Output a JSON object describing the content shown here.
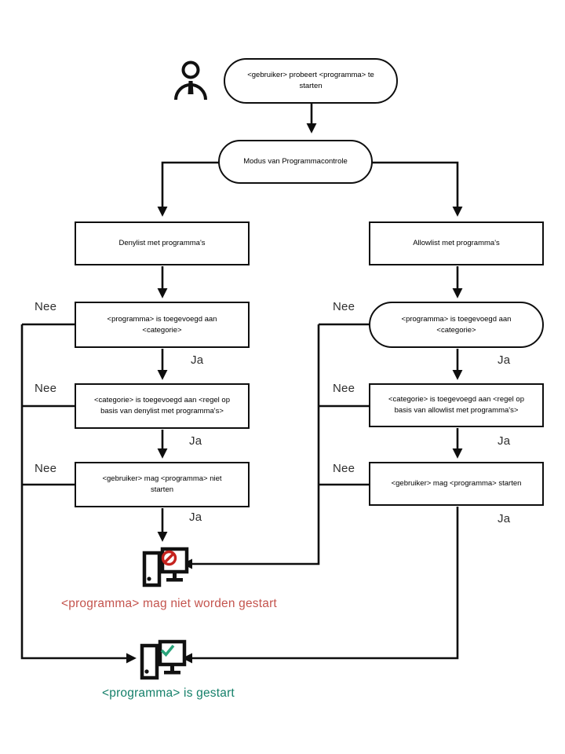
{
  "flow": {
    "start": {
      "label": "<gebruiker> probeert <programma> te starten",
      "icon": "user-icon"
    },
    "mode": {
      "label": "Modus van Programmacontrole"
    },
    "deny_branch": {
      "list": "Denylist met programma's",
      "check_program": "<programma> is toegevoegd aan <categorie>",
      "check_category": "<categorie> is toegevoegd aan <regel op basis van denylist met programma's>",
      "verdict": "<gebruiker> mag <programma> niet starten"
    },
    "allow_branch": {
      "list": "Allowlist met programma's",
      "check_program": "<programma> is toegevoegd aan <categorie>",
      "check_category": "<categorie> is toegevoegd aan <regel op basis van allowlist met programma's>",
      "verdict": "<gebruiker> mag <programma> starten"
    },
    "labels": {
      "yes": "Ja",
      "no": "Nee"
    },
    "outcomes": {
      "blocked": {
        "label": "<programma> mag niet worden gestart",
        "color": "#c4544e",
        "icon": "computer-blocked-icon",
        "badge_color": "#c5221e"
      },
      "started": {
        "label": "<programma> is gestart",
        "color": "#15806a",
        "icon": "computer-started-icon",
        "badge_color": "#2aa47b"
      }
    },
    "line_color": "#0e0e0e"
  }
}
